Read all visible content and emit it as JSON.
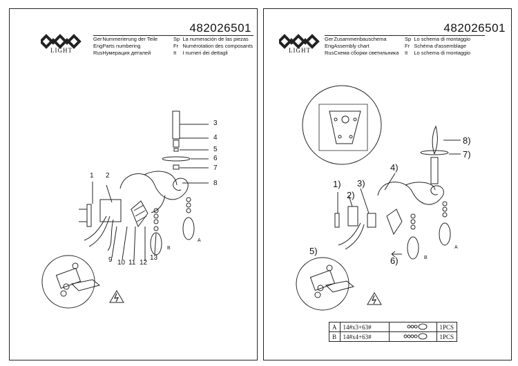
{
  "left": {
    "logo_text": "LIGHT",
    "code": "482026501",
    "legend": [
      {
        "k1": "Ger",
        "v1": "Nummerierung der Teile",
        "k2": "Sp",
        "v2": "La numeración de las piezas"
      },
      {
        "k1": "Eng",
        "v1": "Parts numbering",
        "k2": "Fr",
        "v2": "Numérotation des composants"
      },
      {
        "k1": "Rus",
        "v1": "Нумерация деталей",
        "k2": "It",
        "v2": "I numeri dei dettagli"
      }
    ],
    "labels": {
      "n1": "1",
      "n2": "2",
      "n3": "3",
      "n4": "4",
      "n5": "5",
      "n6": "6",
      "n7": "7",
      "n8": "8",
      "n9": "9",
      "n10": "10",
      "n11": "11",
      "n12": "12",
      "n13": "13",
      "a": "A",
      "b": "B"
    }
  },
  "right": {
    "logo_text": "LIGHT",
    "code": "482026501",
    "legend": [
      {
        "k1": "Ger",
        "v1": "Zusammenbauschema",
        "k2": "Sp",
        "v2": "Lo schema di montaggio"
      },
      {
        "k1": "Eng",
        "v1": "Assembly chart",
        "k2": "Fr",
        "v2": "Schéma d'assemblage"
      },
      {
        "k1": "Rus",
        "v1": "Схема сборки светильника",
        "k2": "It",
        "v2": "Lo schema di montaggio"
      }
    ],
    "labels": {
      "r1": "1)",
      "r2": "2)",
      "r3": "3)",
      "r4": "4)",
      "r5": "5)",
      "r6": "6)",
      "r7": "7)",
      "r8": "8)",
      "a": "A",
      "b": "B"
    },
    "parts_table": [
      {
        "key": "A",
        "spec": "14#x3+63#",
        "qty": "1PCS"
      },
      {
        "key": "B",
        "spec": "14#x4+63#",
        "qty": "1PCS"
      }
    ]
  },
  "colors": {
    "line": "#222222",
    "paper": "#ffffff"
  }
}
